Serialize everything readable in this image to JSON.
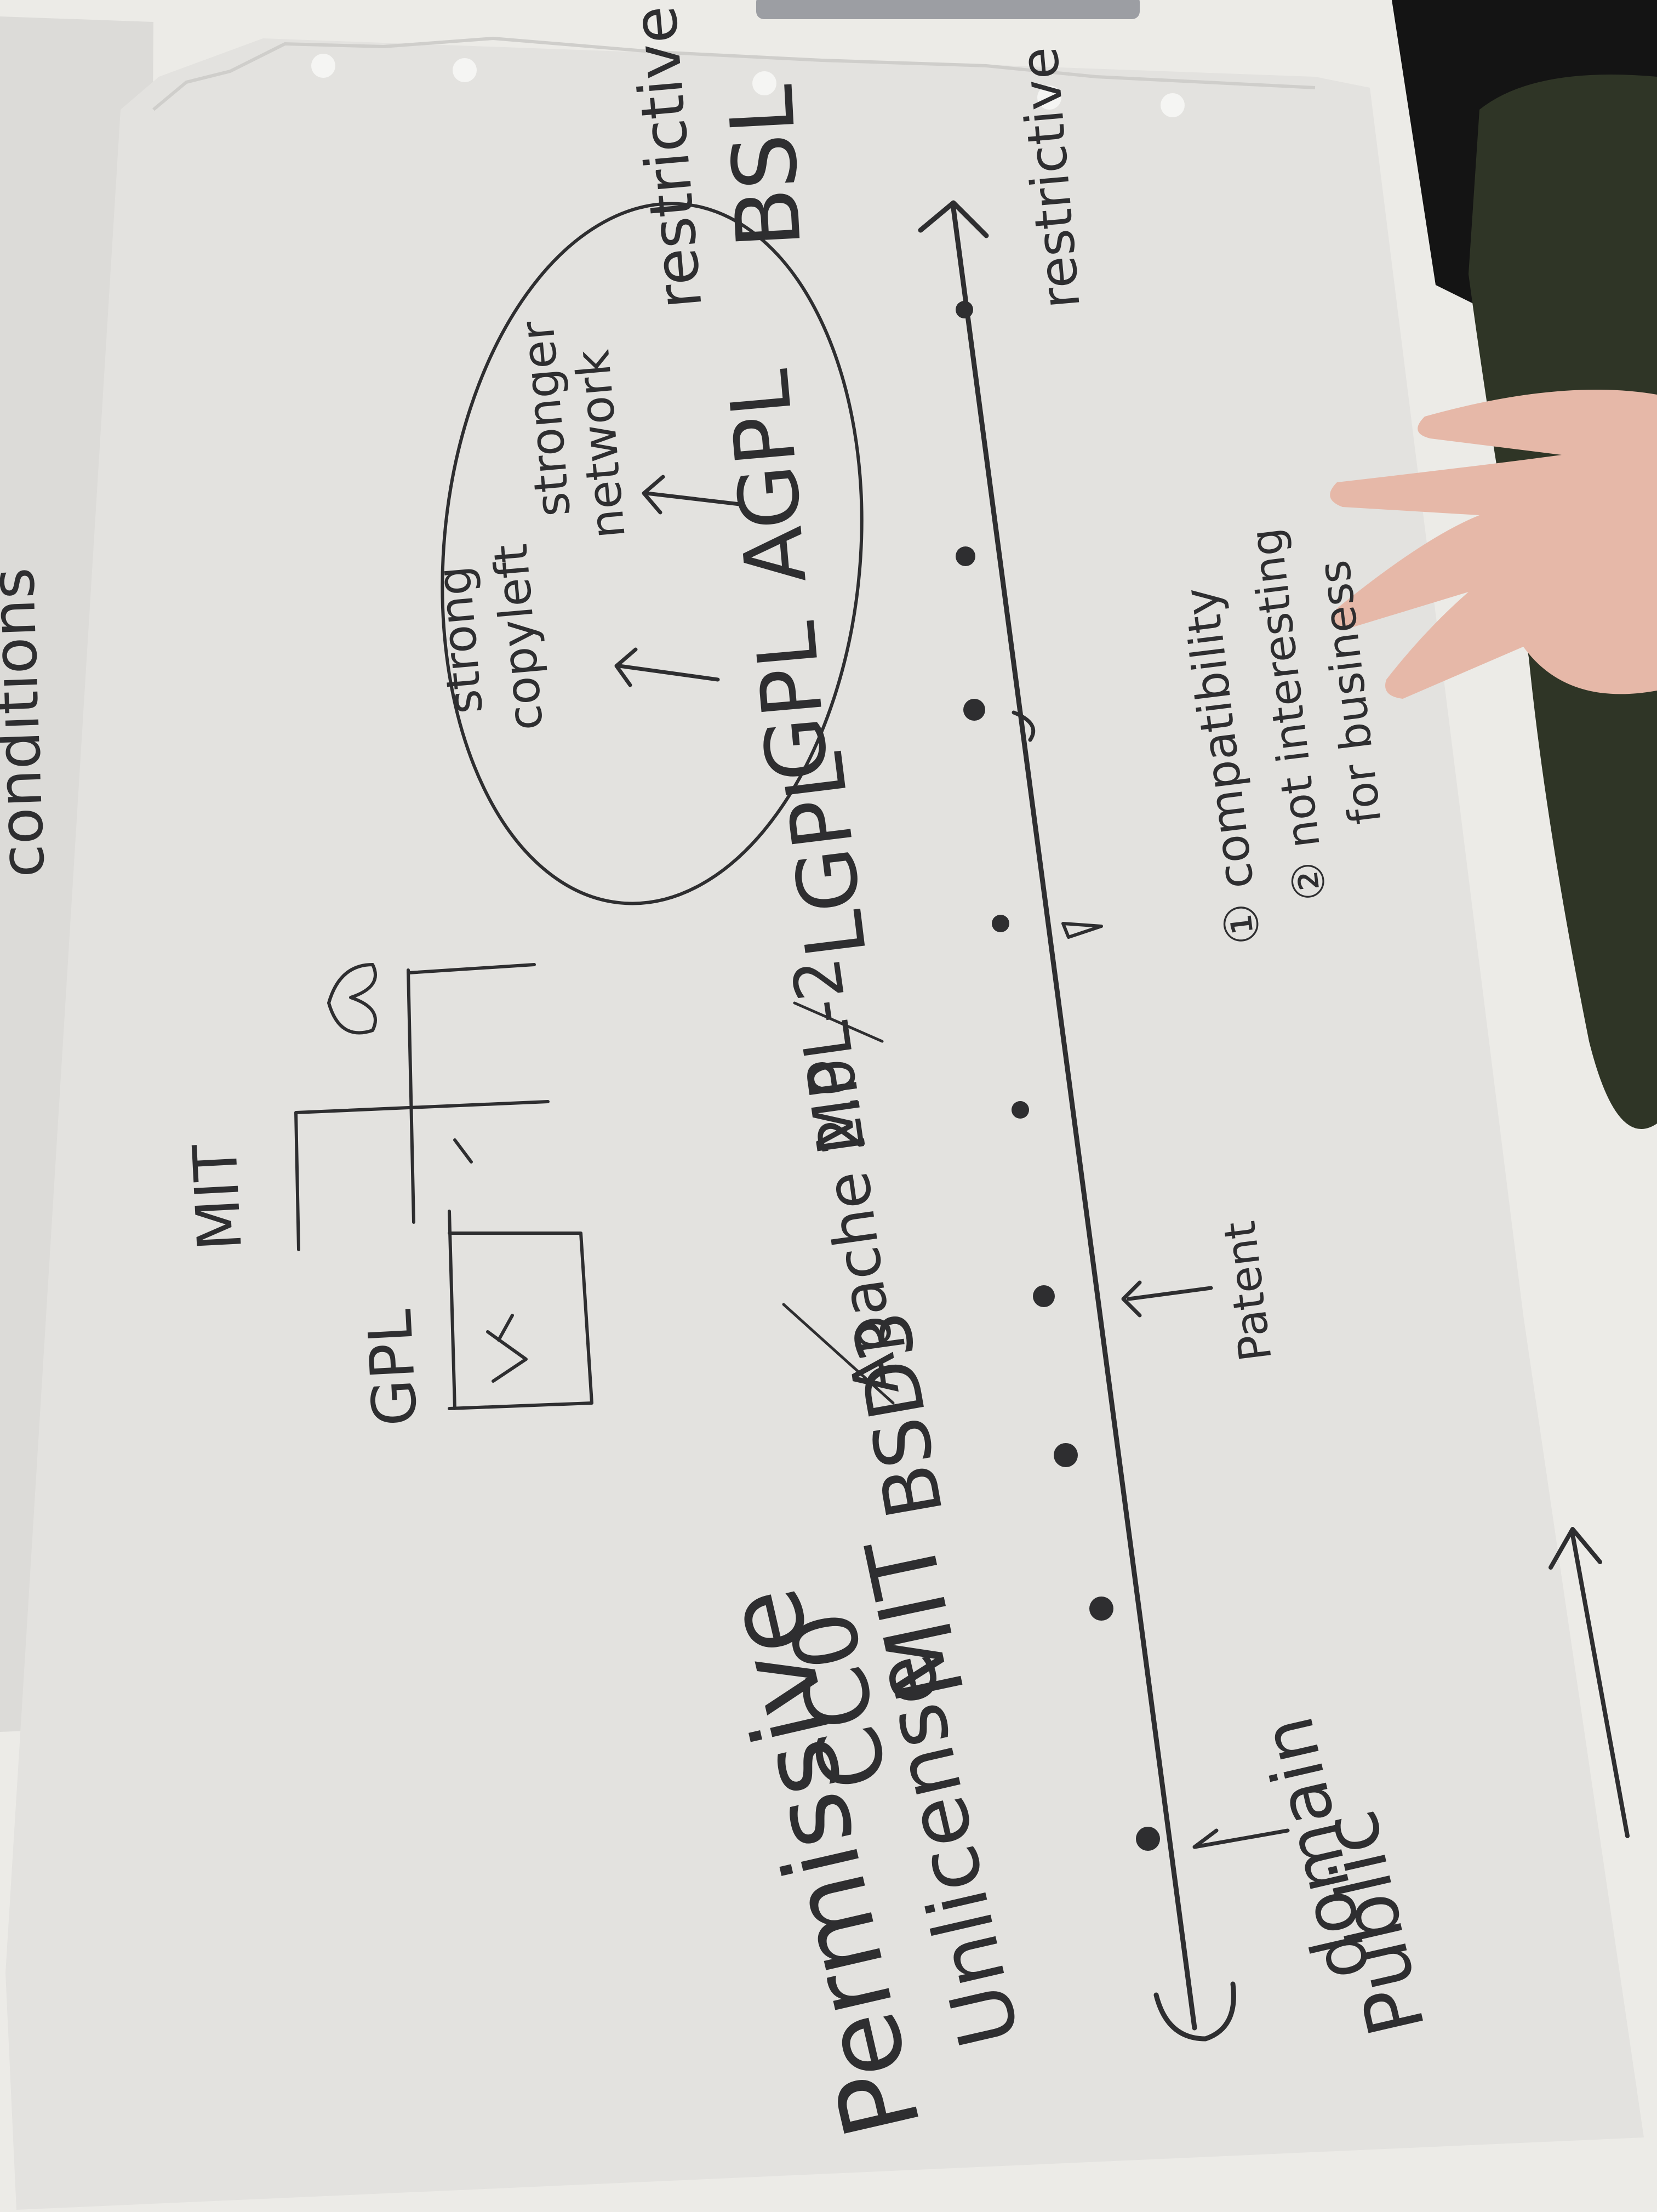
{
  "colors": {
    "table": "#ecebe7",
    "paper": "#e3e2df",
    "paper_left": "#dcdbd8",
    "ink": "#2e2e30",
    "sleeve": "#2f3526",
    "skin": "#e6b8a8",
    "dark_bg": "#141414",
    "laptop": "#9c9ea3"
  },
  "axis": {
    "top_label": "restrictive",
    "bottom_label": "Permissive"
  },
  "licenses": [
    {
      "label": "BSL"
    },
    {
      "label": "AGPL"
    },
    {
      "label": "GPL"
    },
    {
      "label": "LGPL"
    },
    {
      "label": "MPL-2"
    },
    {
      "label": "Apache 2.0"
    },
    {
      "label": "BSD3"
    },
    {
      "label": "MIT"
    },
    {
      "label": "CC0"
    },
    {
      "label": "Unlicense"
    }
  ],
  "notes": {
    "restrictive_side": "restrictive",
    "agpl_note_line1": "stronger",
    "agpl_note_line2": "network",
    "gpl_note_line1": "strong",
    "gpl_note_line2": "copyleft",
    "lgpl_note_1": "① compatibility",
    "lgpl_note_2": "② not interesting",
    "lgpl_note_3": "for business",
    "apache_note": "Patent",
    "public_domain_line1": "Public",
    "public_domain_line2": "domain",
    "left_sheet_text": "conditions",
    "diagram_left_label": "GPL",
    "diagram_right_label": "MIT"
  },
  "icons": {
    "arrow": "arrow-icon",
    "dot": "dot-icon",
    "hole": "punch-hole-icon"
  }
}
